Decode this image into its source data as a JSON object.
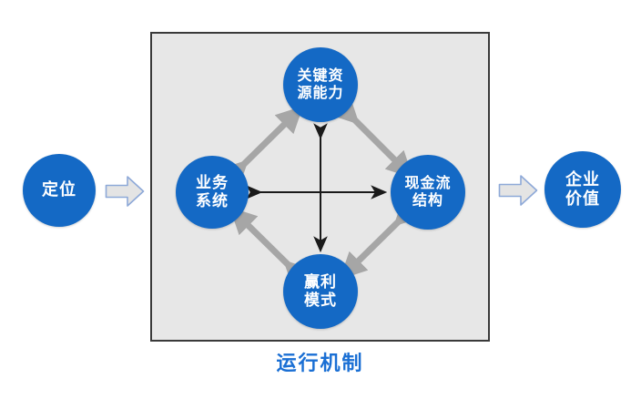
{
  "diagram": {
    "title_caption": "运行机制",
    "accent_blue": "#1469c5",
    "caption_blue": "#1a6fd4",
    "panel_fill": "#e7e7e7",
    "panel_border": "#3a3a3a",
    "gray_arrow_color": "#a6a6a6",
    "black_arrow_color": "#1a1a1a",
    "block_arrow_fill": "#e4e4e4",
    "block_arrow_stroke": "#8ea9d8"
  },
  "nodes": {
    "positioning": {
      "label": "定位",
      "lines": [
        "定位"
      ]
    },
    "key_resources": {
      "label": "关键资源能力",
      "lines": [
        "关键资",
        "源能力"
      ]
    },
    "business_system": {
      "label": "业务系统",
      "lines": [
        "业务",
        "系统"
      ]
    },
    "cashflow_structure": {
      "label": "现金流结构",
      "lines": [
        "现金流",
        "结构"
      ]
    },
    "profit_model": {
      "label": "赢利模式",
      "lines": [
        "赢利",
        "模式"
      ]
    },
    "enterprise_value": {
      "label": "企业价值",
      "lines": [
        "企业",
        "价值"
      ]
    }
  },
  "flow": {
    "left_arrow_name": "positioning-to-mechanism",
    "right_arrow_name": "mechanism-to-enterprise-value"
  },
  "connectors": [
    {
      "from": "business_system",
      "to": "key_resources",
      "style": "gray-thick-double"
    },
    {
      "from": "key_resources",
      "to": "cashflow_structure",
      "style": "gray-thick-double"
    },
    {
      "from": "cashflow_structure",
      "to": "profit_model",
      "style": "gray-thick-double"
    },
    {
      "from": "profit_model",
      "to": "business_system",
      "style": "gray-thick-double"
    },
    {
      "from": "key_resources",
      "to": "profit_model",
      "style": "black-thin-double"
    },
    {
      "from": "business_system",
      "to": "cashflow_structure",
      "style": "black-thin-double"
    }
  ]
}
